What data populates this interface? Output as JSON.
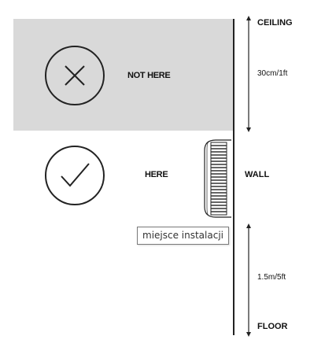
{
  "zones": {
    "not_here": {
      "label": "NOT HERE",
      "icon": "x-mark-icon"
    },
    "here": {
      "label": "HERE",
      "icon": "check-mark-icon"
    }
  },
  "wall_labels": {
    "ceiling": "CEILING",
    "wall": "WALL",
    "floor": "FLOOR"
  },
  "measurements": {
    "from_ceiling": "30cm/1ft",
    "from_floor": "1.5m/5ft"
  },
  "tooltip": {
    "text": "miejsce instalacji"
  },
  "colors": {
    "restricted_zone": "#d9d9d9",
    "line": "#222222"
  }
}
